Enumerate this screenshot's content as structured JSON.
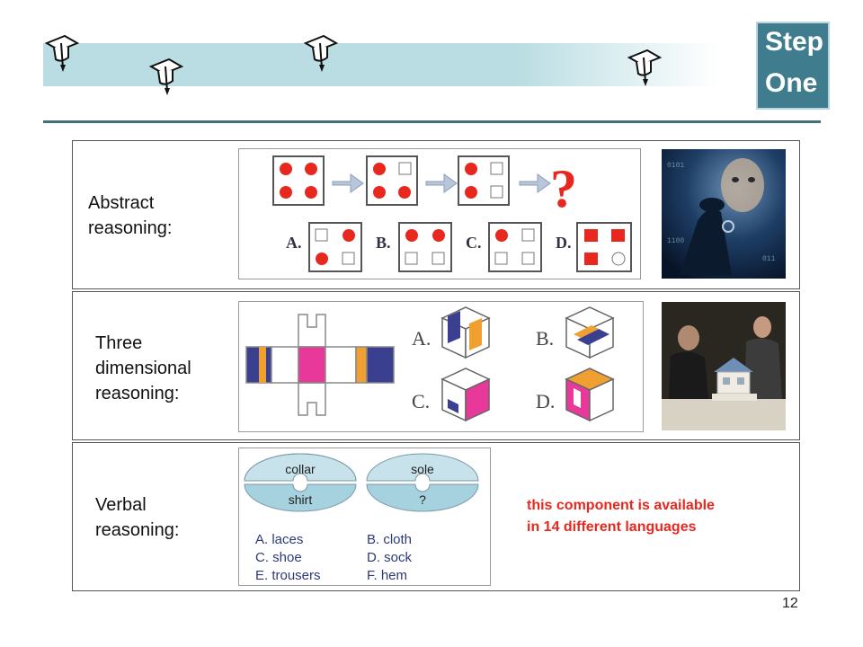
{
  "header": {
    "logo_line1": "Step",
    "logo_line2": "One"
  },
  "sections": [
    {
      "label_line1": "Abstract",
      "label_line2": "reasoning:",
      "label_line3": ""
    },
    {
      "label_line1": "Three",
      "label_line2": "dimensional",
      "label_line3": "reasoning:"
    },
    {
      "label_line1": "Verbal",
      "label_line2": "reasoning:",
      "label_line3": ""
    }
  ],
  "abstract_puzzle": {
    "question_mark": "?",
    "options": [
      "A.",
      "B.",
      "C.",
      "D."
    ]
  },
  "spatial_puzzle": {
    "options": [
      "A.",
      "B.",
      "C.",
      "D."
    ]
  },
  "verbal_puzzle": {
    "disc1_top": "collar",
    "disc1_bottom": "shirt",
    "disc2_top": "sole",
    "disc2_bottom": "?",
    "answers": [
      "A. laces",
      "B. cloth",
      "C. shoe",
      "D. sock",
      "E. trousers",
      "F.  hem"
    ]
  },
  "note": {
    "line1": "this component is available",
    "line2": "in 14 different languages"
  },
  "page_number": "12",
  "colors": {
    "banner": "#b9dde2",
    "rule": "#3f6f78",
    "logo": "#3f7d8e",
    "accent_red": "#e8281e",
    "cube_magenta": "#e8399a",
    "cube_orange": "#f0a030",
    "cube_navy": "#3a3f8f"
  }
}
